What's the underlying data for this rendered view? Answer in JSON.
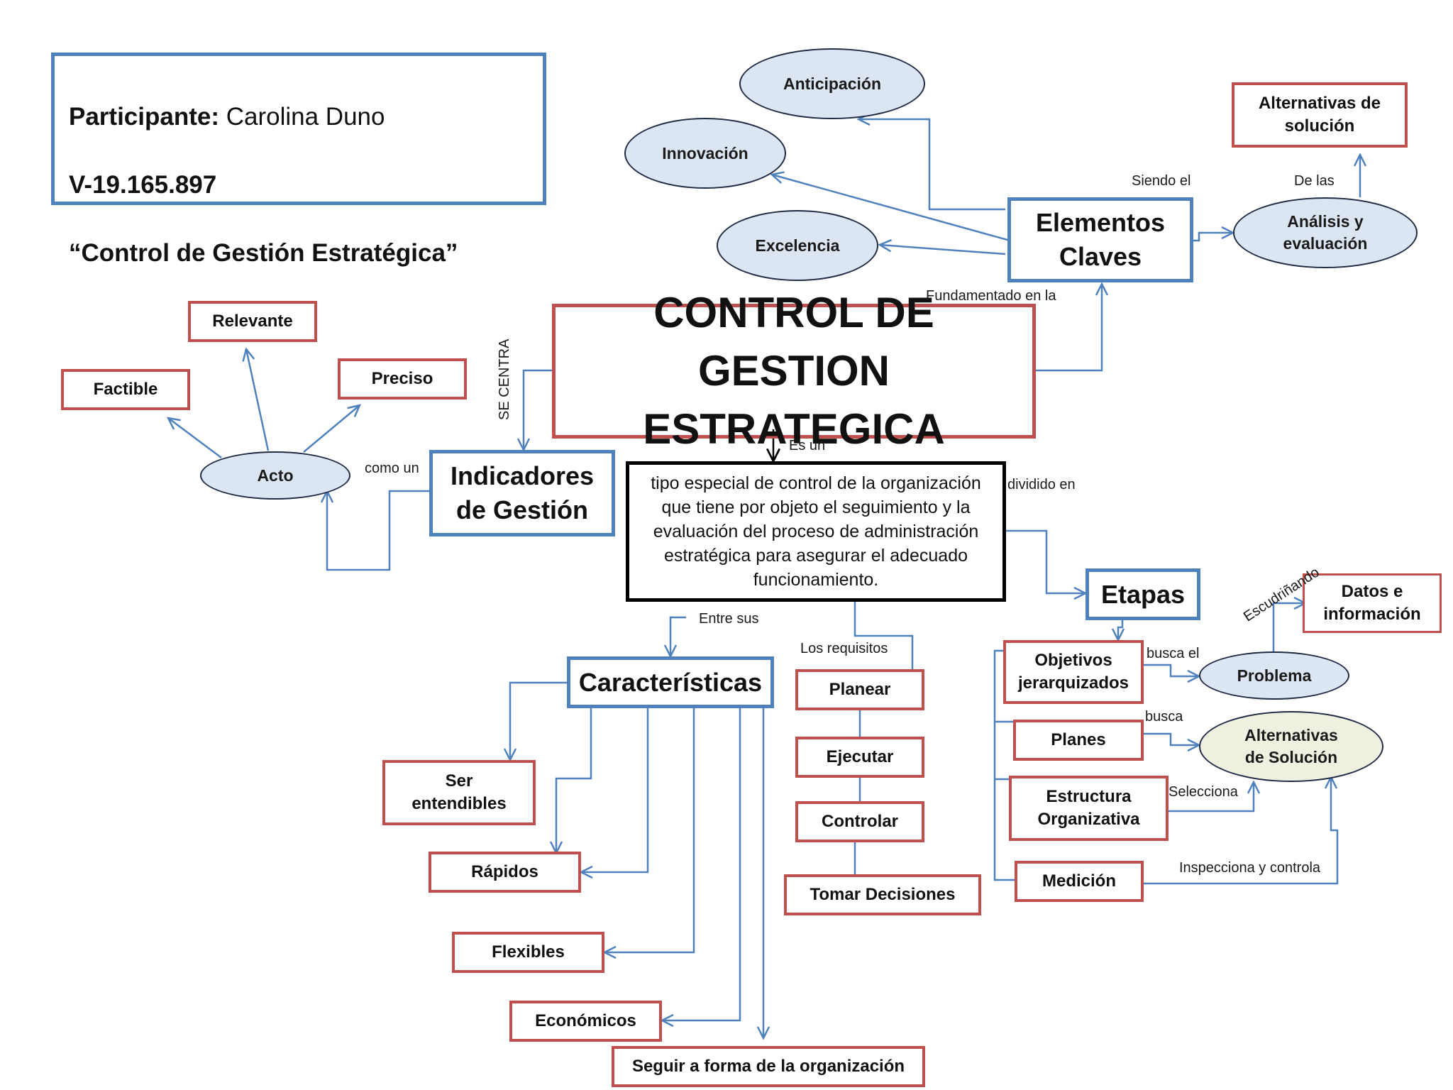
{
  "header": {
    "participant_label": "Participante:",
    "participant_name": " Carolina Duno",
    "id": "V-19.165.897",
    "subject": "“Control de Gestión Estratégica”"
  },
  "main_title": "CONTROL DE GESTION\nESTRATEGICA",
  "definition": "tipo especial de control de la organización\nque tiene por objeto el seguimiento y la\nevaluación del proceso de administración\nestratégica para asegurar el adecuado\nfuncionamiento.",
  "nodes": {
    "elementos_claves": "Elementos\nClaves",
    "anticipacion": "Anticipación",
    "innovacion": "Innovación",
    "excelencia": "Excelencia",
    "analisis": "Análisis y\nevaluación",
    "alternativas_solucion_top": "Alternativas de\nsolución",
    "indicadores": "Indicadores\nde Gestión",
    "acto": "Acto",
    "relevante": "Relevante",
    "factible": "Factible",
    "preciso": "Preciso",
    "etapas": "Etapas",
    "objetivos": "Objetivos\njerarquizados",
    "planes": "Planes",
    "estructura": "Estructura\nOrganizativa",
    "medicion": "Medición",
    "problema": "Problema",
    "alternativas_solucion": "Alternativas\nde Solución",
    "datos": "Datos e\ninformación",
    "caracteristicas": "Características",
    "ser_entendibles": "Ser\nentendibles",
    "rapidos": "Rápidos",
    "flexibles": "Flexibles",
    "economicos": "Económicos",
    "seguir": "Seguir a forma de la organización",
    "planear": "Planear",
    "ejecutar": "Ejecutar",
    "controlar": "Controlar",
    "tomar": "Tomar Decisiones"
  },
  "labels": {
    "siendo_el": "Siendo el",
    "de_las": "De las",
    "fundamentado": "Fundamentado en la",
    "se_centra": "SE CENTRA",
    "es_un": "Es un",
    "como_un": "como un",
    "dividido_en": "dividido en",
    "entre_sus": "Entre sus",
    "los_requisitos": "Los requisitos",
    "escudrinando": "Escudriñando",
    "busca_el": "busca el",
    "busca": "busca",
    "selecciona": "Selecciona",
    "inspecciona": "Inspecciona y controla"
  },
  "colors": {
    "red_border": "#c0504d",
    "blue_border": "#4f81bd",
    "ellipse_fill": "#dce6f2",
    "ellipse_green": "#eef0e0"
  }
}
